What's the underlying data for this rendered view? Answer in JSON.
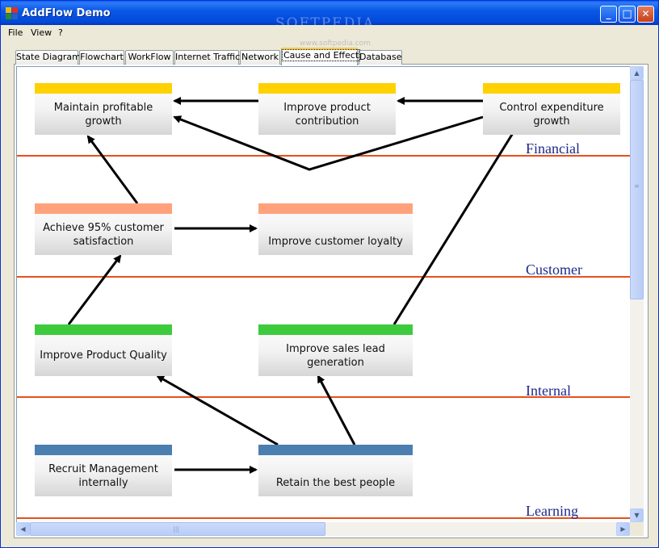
{
  "window": {
    "title": "AddFlow Demo",
    "watermark": "SOFTPEDIA",
    "watermark_sub": "www.softpedia.com"
  },
  "titlebar_buttons": {
    "minimize": "_",
    "maximize": "□",
    "close": "✕"
  },
  "menu": {
    "items": [
      "File",
      "View",
      "?"
    ]
  },
  "tabs": [
    {
      "label": "State Diagram",
      "active": false
    },
    {
      "label": "Flowchart",
      "active": false
    },
    {
      "label": "WorkFlow",
      "active": false
    },
    {
      "label": "Internet Traffic",
      "active": false
    },
    {
      "label": "Network",
      "active": false
    },
    {
      "label": "Cause and Effect",
      "active": true
    },
    {
      "label": "Database",
      "active": false
    }
  ],
  "lanes": [
    {
      "label": "Financial"
    },
    {
      "label": "Customer"
    },
    {
      "label": "Internal"
    },
    {
      "label": "Learning"
    }
  ],
  "colors": {
    "financial": "#FFD100",
    "customer": "#FFA27C",
    "internal": "#3DCB3D",
    "learning": "#4A7FB0",
    "lane_line": "#E8501A",
    "lane_text": "#1E2A8A"
  },
  "nodes": {
    "maintain_growth": "Maintain profitable growth",
    "improve_contribution": "Improve product contribution",
    "control_expenditure": "Control expenditure growth",
    "customer_satisfaction": "Achieve 95% customer satisfaction",
    "customer_loyalty": "Improve customer loyalty",
    "product_quality": "Improve Product Quality",
    "sales_lead": "Improve sales lead generation",
    "recruit_management": "Recruit Management internally",
    "retain_people": "Retain the best people"
  },
  "scrollbar": {
    "up": "▲",
    "down": "▼",
    "left": "◀",
    "right": "▶",
    "grip_v": "≡",
    "grip_h": "|||"
  }
}
